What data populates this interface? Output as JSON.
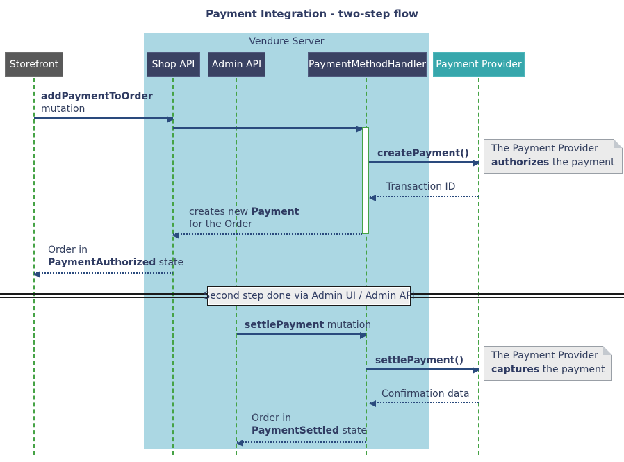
{
  "title": "Payment Integration - two-step flow",
  "container": {
    "label": "Vendure Server"
  },
  "participants": [
    {
      "id": "storefront",
      "label": "Storefront"
    },
    {
      "id": "shop-api",
      "label": "Shop API"
    },
    {
      "id": "admin-api",
      "label": "Admin API"
    },
    {
      "id": "payment-method-handler",
      "label": "PaymentMethodHandler"
    },
    {
      "id": "payment-provider",
      "label": "Payment Provider"
    }
  ],
  "messages": {
    "add_payment": {
      "bold": "addPaymentToOrder",
      "line2": "mutation"
    },
    "create_payment": {
      "bold": "createPayment()"
    },
    "transaction_id": {
      "label": "Transaction ID"
    },
    "creates_payment": {
      "pre": "creates new ",
      "bold": "Payment",
      "line2": "for the Order"
    },
    "order_authorized": {
      "line1": "Order in",
      "bold": "PaymentAuthorized",
      "post": " state"
    },
    "settle_mutation": {
      "bold": "settlePayment",
      "post": " mutation"
    },
    "settle_call": {
      "bold": "settlePayment()"
    },
    "confirmation": {
      "label": "Confirmation data"
    },
    "order_settled": {
      "line1": "Order in",
      "bold": "PaymentSettled",
      "post": " state"
    }
  },
  "divider": {
    "label": "Second step done via Admin UI / Admin API"
  },
  "notes": {
    "authorize": {
      "line1": "The Payment Provider",
      "bold": "authorizes",
      "post": " the payment"
    },
    "capture": {
      "line1": "The Payment Provider",
      "bold": "captures",
      "post": " the payment"
    }
  },
  "colors": {
    "container_bg": "#abd7e3",
    "participant_bg": "#3a4263",
    "storefront_bg": "#595959",
    "provider_bg": "#37a7ac",
    "lifeline_green": "#46a346",
    "arrow_navy": "#2a4a7d",
    "text_navy": "#333f5e",
    "note_bg": "#ebebeb",
    "divider_bg": "#eeeeee"
  }
}
